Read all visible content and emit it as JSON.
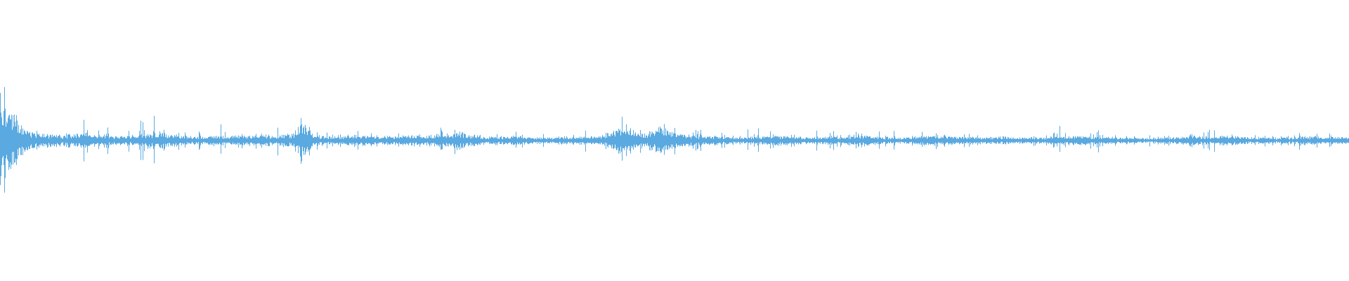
{
  "waveform": {
    "color": "#5aa9e0",
    "background": "#ffffff",
    "peaks": [
      [
        0.02,
        0.6
      ],
      [
        0.04,
        0.35
      ],
      [
        0.06,
        0.22
      ],
      [
        0.1,
        0.14
      ],
      [
        0.14,
        0.12
      ],
      [
        0.18,
        0.16
      ],
      [
        0.22,
        0.1
      ],
      [
        0.26,
        0.09
      ],
      [
        0.3,
        0.12
      ],
      [
        0.34,
        0.18
      ],
      [
        0.37,
        0.14
      ],
      [
        0.4,
        0.1
      ],
      [
        0.43,
        0.08
      ],
      [
        0.47,
        0.1
      ],
      [
        0.52,
        0.09
      ],
      [
        0.56,
        0.12
      ],
      [
        0.6,
        0.1
      ],
      [
        0.64,
        0.14
      ],
      [
        0.66,
        0.4
      ],
      [
        0.68,
        0.16
      ],
      [
        0.7,
        0.1
      ],
      [
        0.72,
        0.08
      ],
      [
        0.75,
        0.09
      ],
      [
        0.78,
        0.12
      ],
      [
        0.8,
        0.1
      ],
      [
        0.83,
        0.09
      ],
      [
        0.87,
        0.08
      ],
      [
        0.9,
        0.11
      ],
      [
        0.93,
        0.1
      ],
      [
        0.96,
        0.14
      ],
      [
        1.0,
        0.18
      ],
      [
        1.03,
        0.12
      ],
      [
        1.06,
        0.09
      ],
      [
        1.1,
        0.08
      ],
      [
        1.13,
        0.1
      ],
      [
        1.16,
        0.08
      ],
      [
        1.2,
        0.07
      ],
      [
        1.24,
        0.08
      ],
      [
        1.28,
        0.09
      ],
      [
        1.32,
        0.1
      ],
      [
        1.34,
        0.2
      ],
      [
        1.36,
        0.36
      ],
      [
        1.38,
        0.22
      ],
      [
        1.41,
        0.14
      ],
      [
        1.44,
        0.28
      ],
      [
        1.47,
        0.18
      ],
      [
        1.5,
        0.12
      ],
      [
        1.54,
        0.1
      ],
      [
        1.58,
        0.08
      ],
      [
        1.62,
        0.06
      ],
      [
        1.66,
        0.09
      ],
      [
        1.7,
        0.1
      ],
      [
        1.73,
        0.08
      ],
      [
        1.76,
        0.07
      ],
      [
        1.8,
        0.08
      ],
      [
        1.84,
        0.1
      ],
      [
        1.88,
        0.12
      ],
      [
        1.91,
        0.09
      ],
      [
        1.94,
        0.07
      ],
      [
        1.97,
        0.06
      ],
      [
        2.0,
        0.08
      ],
      [
        2.03,
        0.1
      ],
      [
        2.07,
        0.09
      ],
      [
        2.11,
        0.08
      ],
      [
        2.15,
        0.07
      ],
      [
        2.19,
        0.08
      ],
      [
        2.23,
        0.06
      ],
      [
        2.27,
        0.07
      ],
      [
        2.31,
        0.09
      ],
      [
        2.35,
        0.1
      ],
      [
        2.39,
        0.08
      ],
      [
        2.43,
        0.07
      ],
      [
        2.47,
        0.06
      ],
      [
        2.51,
        0.05
      ],
      [
        2.55,
        0.07
      ],
      [
        2.59,
        0.08
      ],
      [
        2.63,
        0.09
      ],
      [
        2.67,
        0.1
      ],
      [
        2.71,
        0.08
      ],
      [
        2.75,
        0.07
      ],
      [
        2.79,
        0.06
      ],
      [
        2.83,
        0.07
      ],
      [
        2.87,
        0.09
      ],
      [
        2.91,
        0.08
      ],
      [
        2.95,
        0.07
      ]
    ]
  }
}
